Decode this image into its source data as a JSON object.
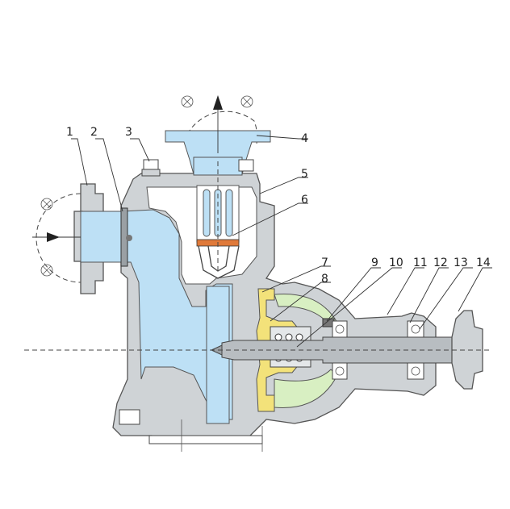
{
  "callouts": [
    {
      "id": "callout-1",
      "label": "1"
    },
    {
      "id": "callout-2",
      "label": "2"
    },
    {
      "id": "callout-3",
      "label": "3"
    },
    {
      "id": "callout-4",
      "label": "4"
    },
    {
      "id": "callout-5",
      "label": "5"
    },
    {
      "id": "callout-6",
      "label": "6"
    },
    {
      "id": "callout-7",
      "label": "7"
    },
    {
      "id": "callout-8",
      "label": "8"
    },
    {
      "id": "callout-9",
      "label": "9"
    },
    {
      "id": "callout-10",
      "label": "10"
    },
    {
      "id": "callout-11",
      "label": "11"
    },
    {
      "id": "callout-12",
      "label": "12"
    },
    {
      "id": "callout-13",
      "label": "13"
    },
    {
      "id": "callout-14",
      "label": "14"
    }
  ],
  "colors": {
    "casing": "#cfd3d6",
    "water": "#bde0f5",
    "impeller": "#f3e27a",
    "impeller_back": "#d8efc2",
    "gasket": "#e07a3a",
    "outline": "#444444"
  }
}
